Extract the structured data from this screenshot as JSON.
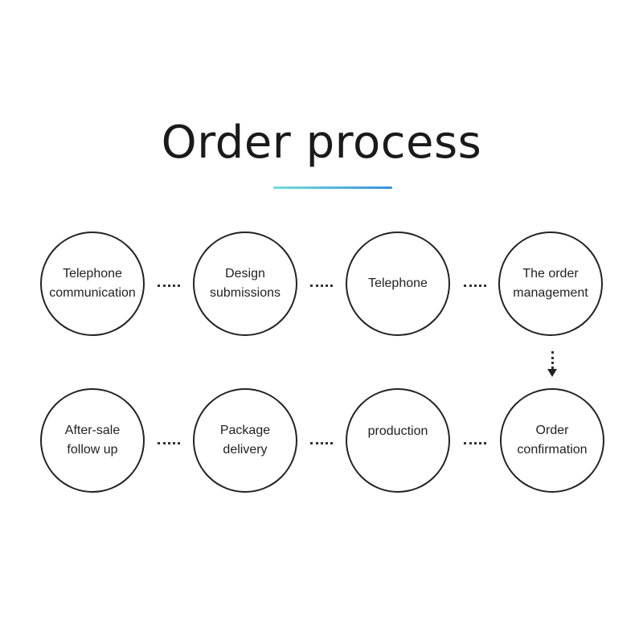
{
  "title": "Order process",
  "accent_gradient": [
    "#6fe0d8",
    "#3b8fe0"
  ],
  "row1": [
    "Telephone\ncommunication",
    "Design\nsubmissions",
    "Telephone",
    "The order\nmanagement"
  ],
  "row2": [
    "After-sale\nfollow up",
    "Package\ndelivery",
    "production",
    "Order\nconfirmation"
  ]
}
